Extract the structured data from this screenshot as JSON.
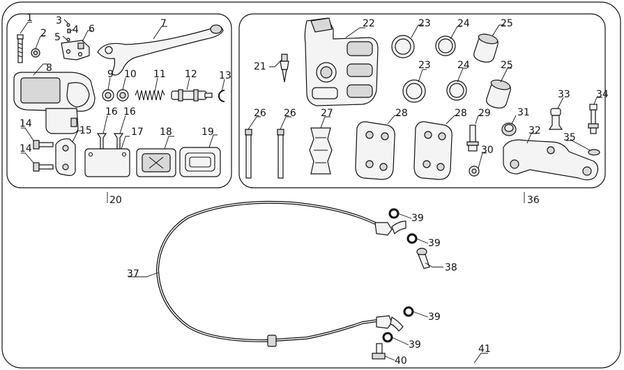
{
  "callouts": [
    "1",
    "2",
    "3",
    "4",
    "5",
    "6",
    "7",
    "8",
    "9",
    "10",
    "11",
    "12",
    "13",
    "14",
    "14",
    "15",
    "16",
    "16",
    "17",
    "18",
    "19",
    "20",
    "21",
    "22",
    "23",
    "23",
    "24",
    "24",
    "25",
    "25",
    "26",
    "26",
    "27",
    "28",
    "28",
    "29",
    "30",
    "31",
    "32",
    "33",
    "34",
    "35",
    "36",
    "37",
    "38",
    "39",
    "39",
    "39",
    "39",
    "40",
    "41"
  ]
}
